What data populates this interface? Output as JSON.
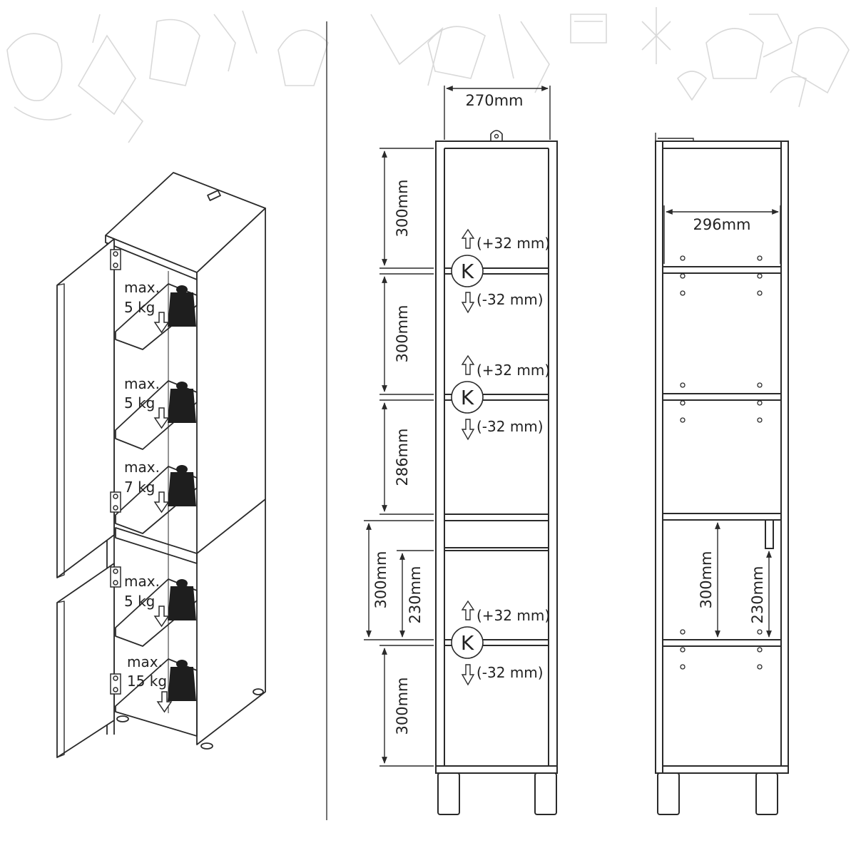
{
  "colors": {
    "ink": "#2a2a2a",
    "weight": "#1e1e1e",
    "bgsketch": "#d9d9d9",
    "background": "#ffffff"
  },
  "iso": {
    "loads": [
      {
        "line1": "max.",
        "line2": "5 kg"
      },
      {
        "line1": "max.",
        "line2": "5 kg"
      },
      {
        "line1": "max.",
        "line2": "7 kg"
      },
      {
        "line1": "max.",
        "line2": "5 kg"
      },
      {
        "line1": "max.",
        "line2": "15 kg"
      }
    ]
  },
  "front": {
    "width_label": "270mm",
    "left_dims": [
      "300mm",
      "300mm",
      "286mm",
      "300mm",
      "300mm"
    ],
    "inner_dim": "230mm",
    "shelf_marker": "K",
    "adjust_up": "(+32 mm)",
    "adjust_down": "(-32 mm)"
  },
  "side": {
    "depth_label": "296mm",
    "dim_300": "300mm",
    "dim_230": "230mm"
  }
}
